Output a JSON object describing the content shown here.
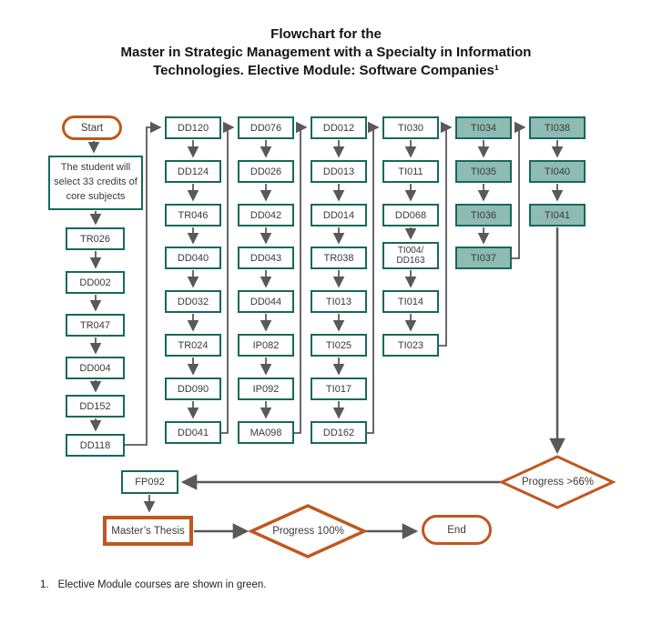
{
  "title": {
    "line1": "Flowchart for the",
    "line2": "Master in Strategic Management with a Specialty in Information",
    "line3": "Technologies. Elective Module: Software Companies¹"
  },
  "nodes": {
    "start": "Start",
    "intro": "The student will select 33 credits of core subjects",
    "colA": [
      "TR026",
      "DD002",
      "TR047",
      "DD004",
      "DD152",
      "DD118"
    ],
    "colB": [
      "DD120",
      "DD124",
      "TR046",
      "DD040",
      "DD032",
      "TR024",
      "DD090",
      "DD041"
    ],
    "colC": [
      "DD076",
      "DD026",
      "DD042",
      "DD043",
      "DD044",
      "IP082",
      "IP092",
      "MA098"
    ],
    "colD": [
      "DD012",
      "DD013",
      "DD014",
      "TR038",
      "TI013",
      "TI025",
      "TI017",
      "DD162"
    ],
    "colE": [
      "TI030",
      "TI011",
      "DD068",
      "TI004/\nDD163",
      "TI014",
      "TI023"
    ],
    "colF": [
      "TI034",
      "TI035",
      "TI036",
      "TI037"
    ],
    "colG": [
      "TI038",
      "TI040",
      "TI041"
    ],
    "fp092": "FP092",
    "thesis": "Master’s Thesis",
    "decision_progress66": "Progress >66%",
    "decision_progress100": "Progress 100%",
    "end": "End"
  },
  "footnote": {
    "number": "1.",
    "text": "Elective Module courses are shown in green."
  },
  "colors": {
    "teal_border": "#17685e",
    "green_fill": "#8ebcb3",
    "orange": "#c0571f",
    "connector_gray": "#595959",
    "text": "#3a3a3a"
  }
}
